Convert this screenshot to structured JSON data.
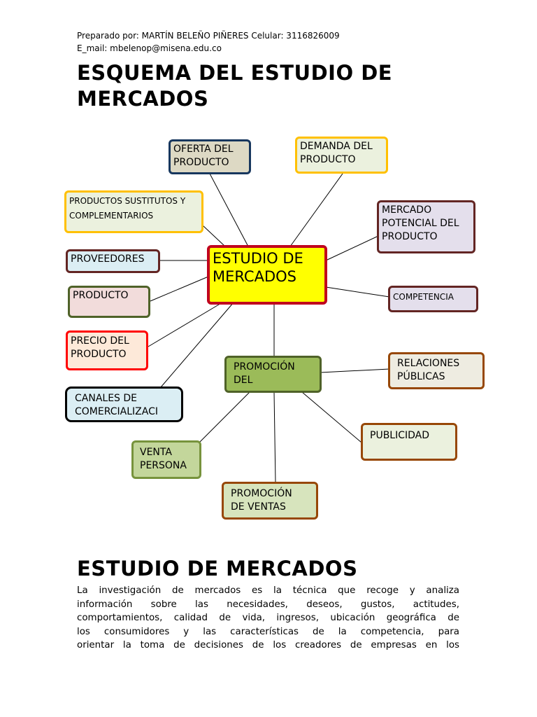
{
  "header": {
    "line1": "Preparado por: MARTÍN BELEÑO PIÑERES   Celular: 3116826009",
    "line2": "E_mail: mbelenop@misena.edu.co"
  },
  "title": {
    "line1": "ESQUEMA DEL ESTUDIO DE",
    "line2": "MERCADOS"
  },
  "diagram": {
    "center": {
      "line1": "ESTUDIO DE",
      "line2": "MERCADOS"
    },
    "nodes": {
      "oferta": {
        "line1": "OFERTA DEL",
        "line2": "PRODUCTO"
      },
      "demanda": {
        "line1": "DEMANDA DEL",
        "line2": "PRODUCTO"
      },
      "sustitutos": {
        "line1": "PRODUCTOS SUSTITUTOS Y",
        "line2": "COMPLEMENTARIOS"
      },
      "mercado_potencial": {
        "line1": "MERCADO",
        "line2": "POTENCIAL DEL",
        "line3": "PRODUCTO"
      },
      "proveedores": {
        "line1": "PROVEEDORES"
      },
      "producto": {
        "line1": "PRODUCTO"
      },
      "competencia": {
        "line1": "COMPETENCIA"
      },
      "precio": {
        "line1": "PRECIO DEL",
        "line2": "PRODUCTO"
      },
      "promocion": {
        "line1": "PROMOCIÓN",
        "line2": "DEL"
      },
      "relaciones": {
        "line1": "RELACIONES",
        "line2": "PÚBLICAS"
      },
      "canales": {
        "line1": "CANALES DE",
        "line2": "COMERCIALIZACI"
      },
      "publicidad": {
        "line1": "PUBLICIDAD"
      },
      "venta": {
        "line1": "VENTA",
        "line2": "PERSONA"
      },
      "promo_ventas": {
        "line1": "PROMOCIÓN",
        "line2": "DE VENTAS"
      }
    },
    "colors": {
      "center_fill": "#ffff00",
      "center_border": "#c0001d",
      "oferta_fill": "#ddd9c4",
      "oferta_border": "#17375e",
      "demanda_fill": "#ebf1de",
      "demanda_border": "#ffc000",
      "sustitutos_fill": "#ebf1de",
      "sustitutos_border": "#ffc000",
      "mercado_fill": "#e4dfec",
      "mercado_border": "#632523",
      "proveedores_fill": "#dbeef4",
      "proveedores_border": "#632523",
      "producto_fill": "#f2dcdb",
      "producto_border": "#4f6228",
      "competencia_fill": "#e4dfec",
      "competencia_border": "#632523",
      "precio_fill": "#fde9d9",
      "precio_border": "#ff0000",
      "promocion_fill": "#9bbb59",
      "promocion_border": "#4f6228",
      "relaciones_fill": "#eeece1",
      "relaciones_border": "#974706",
      "canales_fill": "#dbeef4",
      "canales_border": "#000000",
      "publicidad_fill": "#ebf1de",
      "publicidad_border": "#974706",
      "venta_fill": "#c3d69b",
      "venta_border": "#77933c",
      "promo_ventas_fill": "#d7e4bd",
      "promo_ventas_border": "#974706"
    }
  },
  "section": {
    "title": "ESTUDIO DE MERCADOS",
    "paragraph": [
      "La investigación de mercados es la técnica que recoge y analiza",
      "información sobre las necesidades, deseos, gustos, actitudes,",
      "comportamientos, calidad de vida, ingresos, ubicación geográfica de",
      "los consumidores y las características de la competencia, para",
      "orientar la toma de decisiones de los creadores de empresas en los"
    ]
  }
}
